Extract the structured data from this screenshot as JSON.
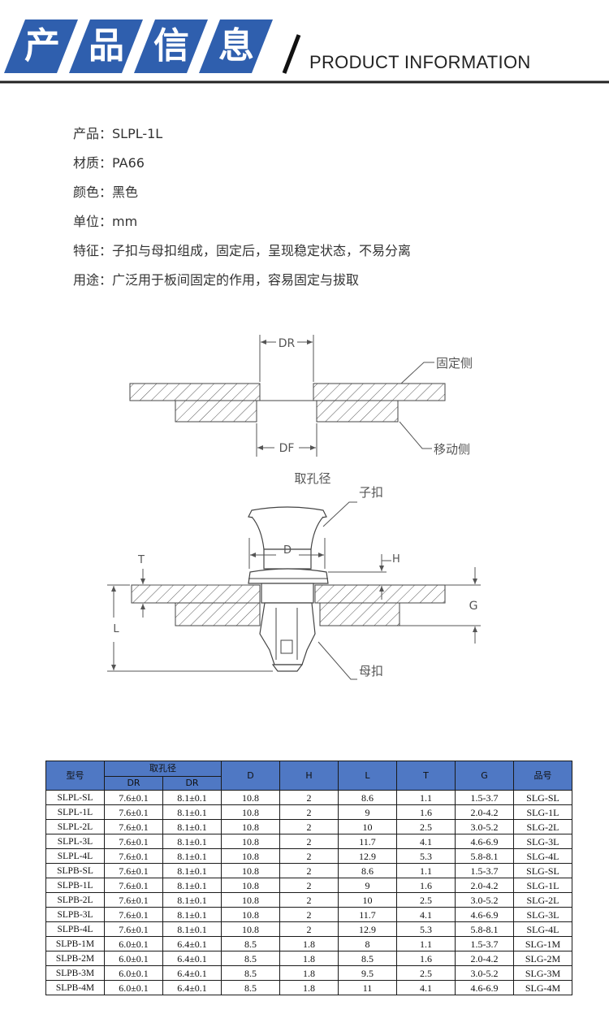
{
  "header": {
    "title_chars": [
      "产",
      "品",
      "信",
      "息"
    ],
    "subtitle": "PRODUCT INFORMATION",
    "brand_color": "#2f5fae"
  },
  "specs": [
    "产品：SLPL-1L",
    "材质：PA66",
    "颜色：黑色",
    "单位：mm",
    "特征：子扣与母扣组成，固定后，呈现稳定状态，不易分离",
    "用途：广泛用于板间固定的作用，容易固定与拔取"
  ],
  "diagram_top": {
    "dim_dr": "DR",
    "dim_df": "DF",
    "label_fixed": "固定侧",
    "label_moving": "移动侧",
    "caption": "取孔径"
  },
  "diagram_bottom": {
    "label_child": "子扣",
    "label_mother": "母扣",
    "dim_d": "D",
    "dim_h": "H",
    "dim_t": "T",
    "dim_l": "L",
    "dim_g": "G"
  },
  "table": {
    "headers": {
      "type": "型号",
      "hole": "取孔径",
      "dr1": "DR",
      "dr2": "DR",
      "d": "D",
      "h": "H",
      "l": "L",
      "t": "T",
      "g": "G",
      "part": "品号"
    },
    "rows": [
      [
        "SLPL-SL",
        "7.6±0.1",
        "8.1±0.1",
        "10.8",
        "2",
        "8.6",
        "1.1",
        "1.5-3.7",
        "SLG-SL"
      ],
      [
        "SLPL-1L",
        "7.6±0.1",
        "8.1±0.1",
        "10.8",
        "2",
        "9",
        "1.6",
        "2.0-4.2",
        "SLG-1L"
      ],
      [
        "SLPL-2L",
        "7.6±0.1",
        "8.1±0.1",
        "10.8",
        "2",
        "10",
        "2.5",
        "3.0-5.2",
        "SLG-2L"
      ],
      [
        "SLPL-3L",
        "7.6±0.1",
        "8.1±0.1",
        "10.8",
        "2",
        "11.7",
        "4.1",
        "4.6-6.9",
        "SLG-3L"
      ],
      [
        "SLPL-4L",
        "7.6±0.1",
        "8.1±0.1",
        "10.8",
        "2",
        "12.9",
        "5.3",
        "5.8-8.1",
        "SLG-4L"
      ],
      [
        "SLPB-SL",
        "7.6±0.1",
        "8.1±0.1",
        "10.8",
        "2",
        "8.6",
        "1.1",
        "1.5-3.7",
        "SLG-SL"
      ],
      [
        "SLPB-1L",
        "7.6±0.1",
        "8.1±0.1",
        "10.8",
        "2",
        "9",
        "1.6",
        "2.0-4.2",
        "SLG-1L"
      ],
      [
        "SLPB-2L",
        "7.6±0.1",
        "8.1±0.1",
        "10.8",
        "2",
        "10",
        "2.5",
        "3.0-5.2",
        "SLG-2L"
      ],
      [
        "SLPB-3L",
        "7.6±0.1",
        "8.1±0.1",
        "10.8",
        "2",
        "11.7",
        "4.1",
        "4.6-6.9",
        "SLG-3L"
      ],
      [
        "SLPB-4L",
        "7.6±0.1",
        "8.1±0.1",
        "10.8",
        "2",
        "12.9",
        "5.3",
        "5.8-8.1",
        "SLG-4L"
      ],
      [
        "SLPB-1M",
        "6.0±0.1",
        "6.4±0.1",
        "8.5",
        "1.8",
        "8",
        "1.1",
        "1.5-3.7",
        "SLG-1M"
      ],
      [
        "SLPB-2M",
        "6.0±0.1",
        "6.4±0.1",
        "8.5",
        "1.8",
        "8.5",
        "1.6",
        "2.0-4.2",
        "SLG-2M"
      ],
      [
        "SLPB-3M",
        "6.0±0.1",
        "6.4±0.1",
        "8.5",
        "1.8",
        "9.5",
        "2.5",
        "3.0-5.2",
        "SLG-3M"
      ],
      [
        "SLPB-4M",
        "6.0±0.1",
        "6.4±0.1",
        "8.5",
        "1.8",
        "11",
        "4.1",
        "4.6-6.9",
        "SLG-4M"
      ]
    ]
  }
}
